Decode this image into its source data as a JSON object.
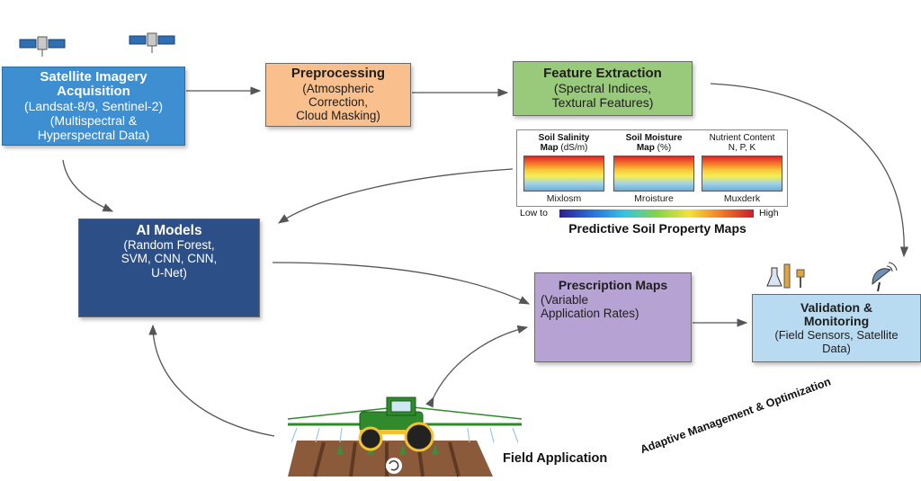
{
  "satellite": {
    "title": "Satellite Imagery Acquisition",
    "lines": [
      "(Landsat-8/9, Sentinel-2)",
      "(Multispectral &",
      "Hyperspectral Data)"
    ]
  },
  "preprocessing": {
    "title": "Preprocessing",
    "lines": [
      "(Atmospheric",
      "Correction,",
      "Cloud Masking)"
    ]
  },
  "feature_extraction": {
    "title": "Feature Extraction",
    "lines": [
      "(Spectral Indices,",
      "Textural Features)"
    ]
  },
  "soil_maps": {
    "maps": [
      {
        "title": "Soil Salinity",
        "title2": "Map",
        "unit": "(dS/m)",
        "sub": "Mixlosm"
      },
      {
        "title": "Soil Moisture",
        "title2": "Map",
        "unit": "(%)",
        "sub": "Mroisture"
      },
      {
        "title": "Nutrient Content",
        "title2": "N, P, K",
        "unit": "",
        "sub": "Muxderk"
      }
    ],
    "legend_low": "Low to",
    "legend_high": "High",
    "caption": "Predictive Soil Property Maps"
  },
  "ai_models": {
    "title": "AI Models",
    "lines": [
      "(Random Forest,",
      "SVM, CNN, CNN,",
      "U-Net)"
    ]
  },
  "prescription": {
    "title": "Prescription Maps",
    "lines": [
      "(Variable",
      "Application Rates)"
    ]
  },
  "validation": {
    "title": "Validation &",
    "title2": "Monitoring",
    "lines": [
      "(Field Sensors, Satellite",
      "Data)"
    ]
  },
  "field_application": {
    "label": "Field Application"
  },
  "adaptive_label": "Adaptive Management & Optimization",
  "colors": {
    "satellite_box": "#3d8fd1",
    "preprocessing_box": "#f9c08d",
    "feature_box": "#99c97a",
    "ai_box": "#2b4f86",
    "prescription_box": "#b7a2d4",
    "validation_box": "#b8dbf1",
    "tractor": "#2f8a2c",
    "arrow": "#555555"
  },
  "icons": [
    "satellite-icon",
    "tree-icon",
    "chip-icon",
    "network-icon",
    "lab-flask-icon",
    "sensor-icon",
    "satellite-dish-icon",
    "tractor-icon",
    "cycle-icon"
  ]
}
